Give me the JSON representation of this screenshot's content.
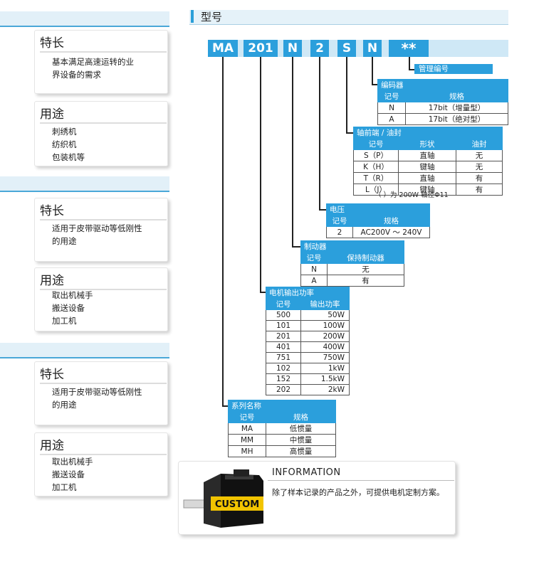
{
  "left": {
    "sections": [
      {
        "features_title": "特长",
        "features_lines": [
          "基本满足高速运转的业",
          "界设备的需求"
        ],
        "uses_title": "用途",
        "uses_lines": [
          "刺绣机",
          "纺织机",
          "包装机等"
        ]
      },
      {
        "features_title": "特长",
        "features_lines": [
          "适用于皮带驱动等低刚性",
          "的用途"
        ],
        "uses_title": "用途",
        "uses_lines": [
          "取出机械手",
          "搬送设备",
          "加工机"
        ]
      },
      {
        "features_title": "特长",
        "features_lines": [
          "适用于皮带驱动等低刚性",
          "的用途"
        ],
        "uses_title": "用途",
        "uses_lines": [
          "取出机械手",
          "搬送设备",
          "加工机"
        ]
      }
    ]
  },
  "model": {
    "title": "型号",
    "codes": [
      "MA",
      "201",
      "N",
      "2",
      "S",
      "N",
      "**"
    ],
    "colors": {
      "accent": "#2b9fdc",
      "strip": "#cfe8f6",
      "header_bg": "#e5f2f9"
    }
  },
  "mgmt": {
    "title": "管理编号"
  },
  "encoder": {
    "title": "编码器",
    "headers": [
      "记号",
      "规格"
    ],
    "rows": [
      [
        "N",
        "17bit（增量型）"
      ],
      [
        "A",
        "17bit（绝对型）"
      ]
    ]
  },
  "shaft": {
    "title": "轴前端 / 油封",
    "headers": [
      "记号",
      "形状",
      "油封"
    ],
    "rows": [
      [
        "S（P）",
        "直轴",
        "无"
      ],
      [
        "K（H）",
        "键轴",
        "无"
      ],
      [
        "T（R）",
        "直轴",
        "有"
      ],
      [
        "L（J）",
        "键轴",
        "有"
      ]
    ],
    "note": "（ ）为 200W 轴径Φ11"
  },
  "voltage": {
    "title": "电压",
    "headers": [
      "记号",
      "规格"
    ],
    "rows": [
      [
        "2",
        "AC200V ～ 240V"
      ]
    ]
  },
  "brake": {
    "title": "制动器",
    "headers": [
      "记号",
      "保持制动器"
    ],
    "rows": [
      [
        "N",
        "无"
      ],
      [
        "A",
        "有"
      ]
    ]
  },
  "power": {
    "title": "电机输出功率",
    "headers": [
      "记号",
      "输出功率"
    ],
    "rows": [
      [
        "500",
        "50W"
      ],
      [
        "101",
        "100W"
      ],
      [
        "201",
        "200W"
      ],
      [
        "401",
        "400W"
      ],
      [
        "751",
        "750W"
      ],
      [
        "102",
        "1kW"
      ],
      [
        "152",
        "1.5kW"
      ],
      [
        "202",
        "2kW"
      ]
    ]
  },
  "series": {
    "title": "系列名称",
    "headers": [
      "记号",
      "规格"
    ],
    "rows": [
      [
        "MA",
        "低惯量"
      ],
      [
        "MM",
        "中惯量"
      ],
      [
        "MH",
        "高惯量"
      ]
    ]
  },
  "info": {
    "title": "INFORMATION",
    "text": "除了样本记录的产品之外，可提供电机定制方案。",
    "motor_label": "CUSTOM"
  }
}
